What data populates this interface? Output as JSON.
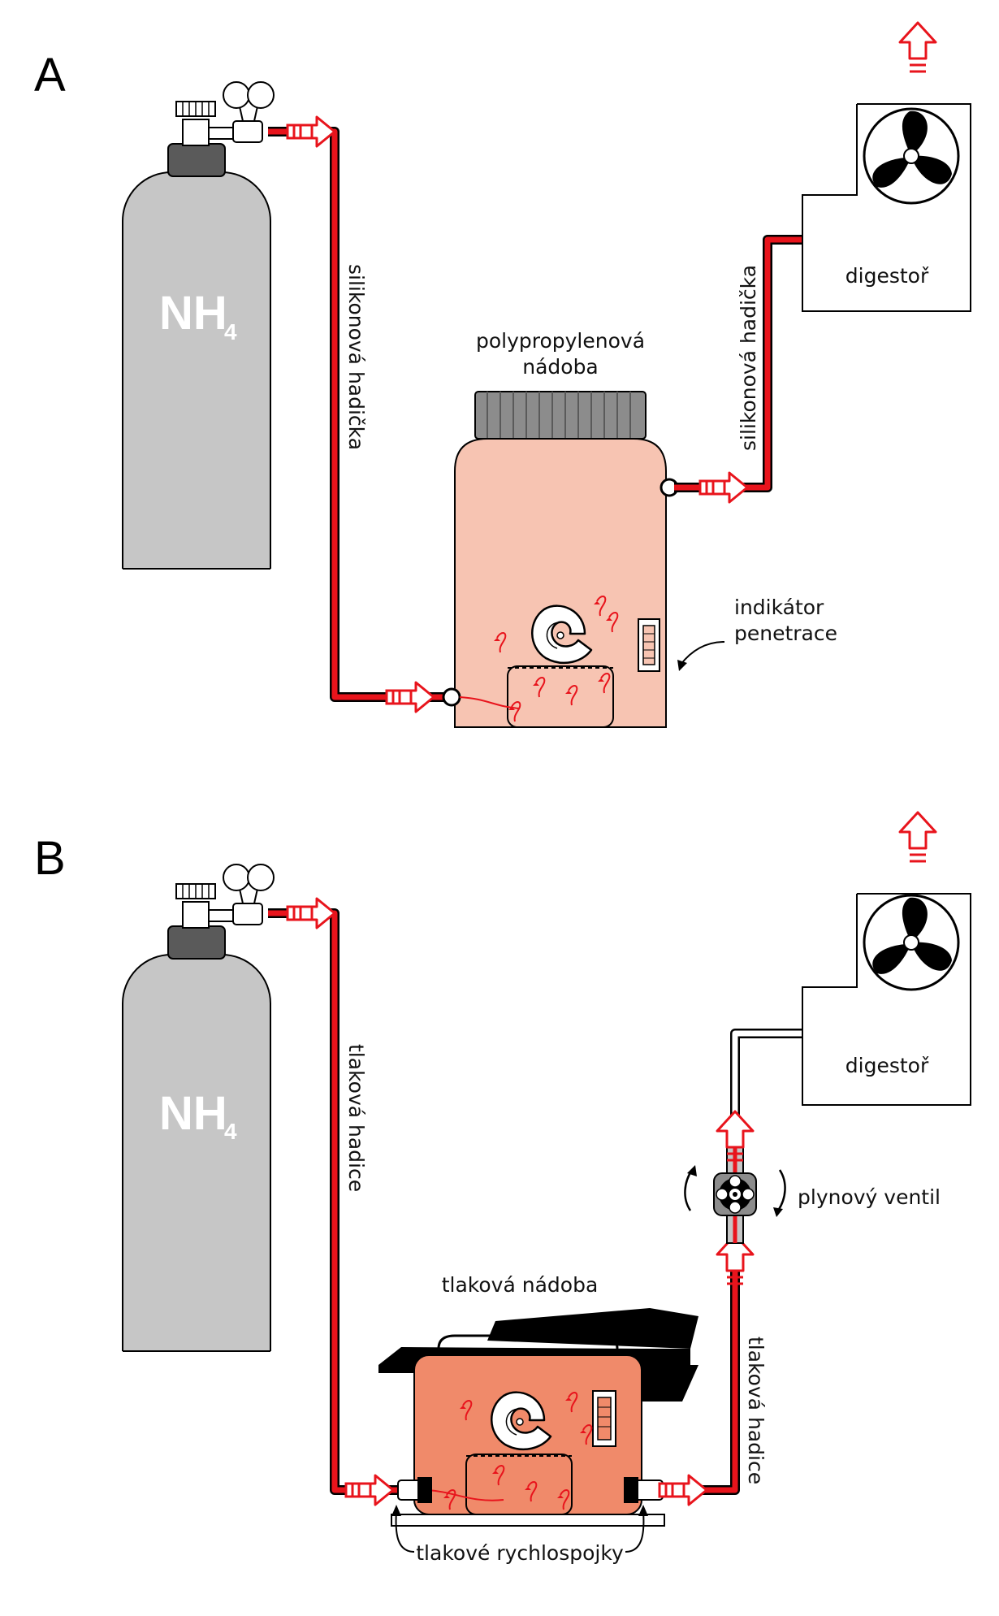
{
  "panels": [
    {
      "letter": "A",
      "cylinder_label": "NH",
      "cylinder_sub": "4",
      "hose_label_left": "silikonová hadička",
      "hose_label_right": "silikonová hadička",
      "container_label_line1": "polypropylenová",
      "container_label_line2": "nádoba",
      "indicator_label_line1": "indikátor",
      "indicator_label_line2": "penetrace",
      "hood_label": "digestoř"
    },
    {
      "letter": "B",
      "cylinder_label": "NH",
      "cylinder_sub": "4",
      "hose_label_left": "tlaková hadice",
      "hose_label_right": "tlaková hadice",
      "container_label": "tlaková nádoba",
      "valve_label": "plynový ventil",
      "couplings_label": "tlakové rychlospojky",
      "hood_label": "digestoř"
    }
  ],
  "colors": {
    "hose": "#e8141c",
    "arrow": "#e8141c",
    "cylinder": "#c6c6c6",
    "cylinder_cap": "#5a5a5a",
    "pp_container": "#f7c4b2",
    "pp_lid": "#8c8c8c",
    "pressure_vessel": "#f08a6a"
  },
  "icons": [
    "fan-icon",
    "gas-cylinder-icon",
    "regulator-icon",
    "ammonite-icon",
    "valve-icon",
    "flow-arrow-icon"
  ]
}
